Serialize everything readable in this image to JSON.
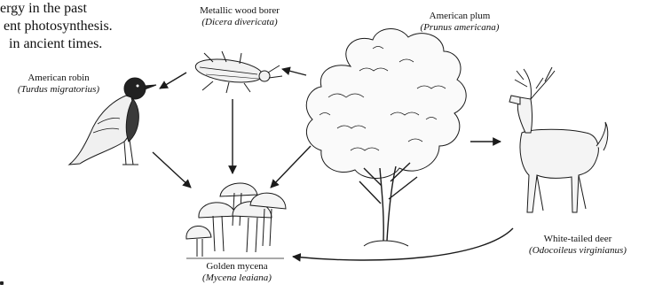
{
  "background_text": {
    "lines": [
      "ergy in the past",
      "ent photosynthesis.",
      "in ancient times."
    ]
  },
  "organisms": {
    "american_plum": {
      "common": "American plum",
      "scientific": "(Prunus americana)"
    },
    "wood_borer": {
      "common": "Metallic wood borer",
      "scientific": "(Dicera divericata)"
    },
    "robin": {
      "common": "American robin",
      "scientific": "(Turdus migratorius)"
    },
    "deer": {
      "common": "White-tailed deer",
      "scientific": "(Odocoileus virginianus)"
    },
    "mycena": {
      "common": "Golden mycena",
      "scientific": "(Mycena leaiana)"
    }
  },
  "relationships": [
    {
      "from": "american_plum",
      "to": "wood_borer"
    },
    {
      "from": "wood_borer",
      "to": "robin"
    },
    {
      "from": "wood_borer",
      "to": "mycena"
    },
    {
      "from": "robin",
      "to": "mycena"
    },
    {
      "from": "american_plum",
      "to": "mycena"
    },
    {
      "from": "american_plum",
      "to": "deer"
    },
    {
      "from": "deer",
      "to": "mycena"
    }
  ],
  "colors": {
    "ink": "#111111",
    "line": "#1a1a1a",
    "background": "#ffffff"
  }
}
